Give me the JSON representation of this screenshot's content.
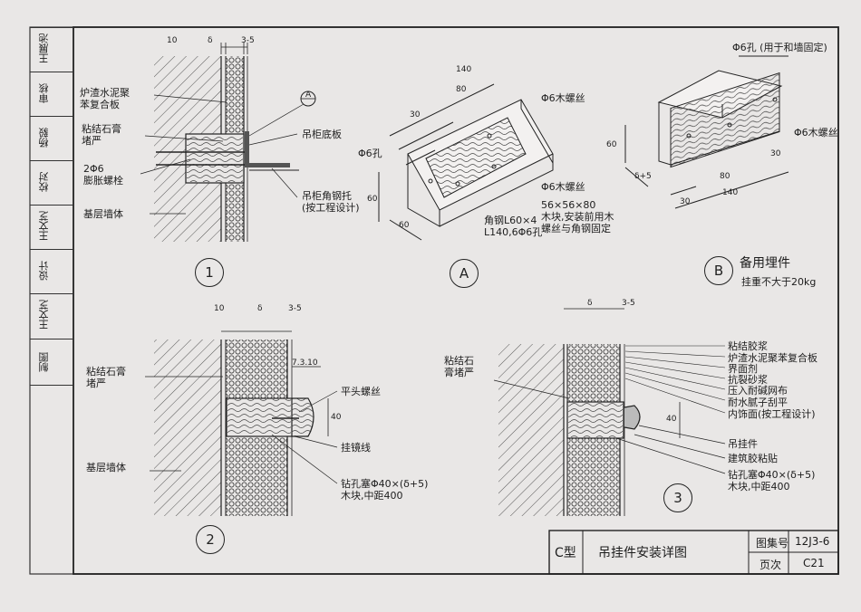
{
  "sidebar": {
    "rows": [
      {
        "role": "王展池",
        "sig": ""
      },
      {
        "role": "审核",
        "sig": ""
      },
      {
        "role": "杨毅",
        "sig": ""
      },
      {
        "role": "校对",
        "sig": ""
      },
      {
        "role": "王文芝",
        "sig": ""
      },
      {
        "role": "设计",
        "sig": ""
      },
      {
        "role": "王文芝",
        "sig": ""
      },
      {
        "role": "制图",
        "sig": ""
      }
    ]
  },
  "detail1": {
    "dims": {
      "a": "10",
      "b": "δ",
      "c": "3-5"
    },
    "labels": {
      "composite_board": "炉渣水泥聚\n苯复合板",
      "gypsum_fill": "粘结石膏\n堵严",
      "expansion_bolt": "2Φ6\n膨胀螺栓",
      "base_wall": "基层墙体",
      "cabinet_bottom": "吊柜底板",
      "cabinet_bracket": "吊柜角钢托\n(按工程设计)",
      "ref_a": "A"
    },
    "number": "1"
  },
  "detailA": {
    "dims": {
      "d140": "140",
      "d80": "80",
      "d30": "30",
      "d60h": "60",
      "d60w": "60"
    },
    "labels": {
      "hole": "Φ6孔",
      "screw_top": "Φ6木螺丝",
      "screw_mid": "Φ6木螺丝",
      "block_desc": "56×56×80\n木块,安装前用木\n螺丝与角钢固定",
      "angle_desc": "角钢L60×4\nL140,6Φ6孔"
    },
    "letter": "A"
  },
  "detailB": {
    "dims": {
      "d140": "140",
      "d80": "80",
      "d30a": "30",
      "d30b": "30",
      "d60": "60",
      "dtheta": "δ+5"
    },
    "labels": {
      "hole": "Φ6孔 (用于和墙固定)",
      "screw": "Φ6木螺丝",
      "title": "备用埋件",
      "note": "挂重不大于20kg"
    },
    "letter": "B"
  },
  "detail2": {
    "dims": {
      "a": "10",
      "b": "δ",
      "c": "3-5",
      "d": "7.3.10",
      "h": "40"
    },
    "labels": {
      "gypsum_fill": "粘结石膏\n堵严",
      "base_wall": "基层墙体",
      "flat_screw": "平头螺丝",
      "mirror_line": "挂镜线",
      "plug": "钻孔塞Φ40×(δ+5)\n木块,中距400"
    },
    "number": "2"
  },
  "detail3": {
    "dims": {
      "b": "δ",
      "c": "3-5",
      "h": "40"
    },
    "labels": {
      "gypsum_fill": "粘结石\n膏堵严",
      "layers": [
        "粘结胶浆",
        "炉渣水泥聚苯复合板",
        "界面剂",
        "抗裂砂浆",
        "压入耐碱网布",
        "耐水腻子刮平",
        "内饰面(按工程设计)"
      ],
      "hanger": "吊挂件",
      "adhesive": "建筑胶粘贴",
      "plug": "钻孔塞Φ40×(δ+5)\n木块,中距400"
    },
    "number": "3"
  },
  "titleblock": {
    "type": "C型",
    "title": "吊挂件安装详图",
    "atlas_label": "图集号",
    "atlas_value": "12J3-6",
    "page_label": "页次",
    "page_value": "C21"
  }
}
